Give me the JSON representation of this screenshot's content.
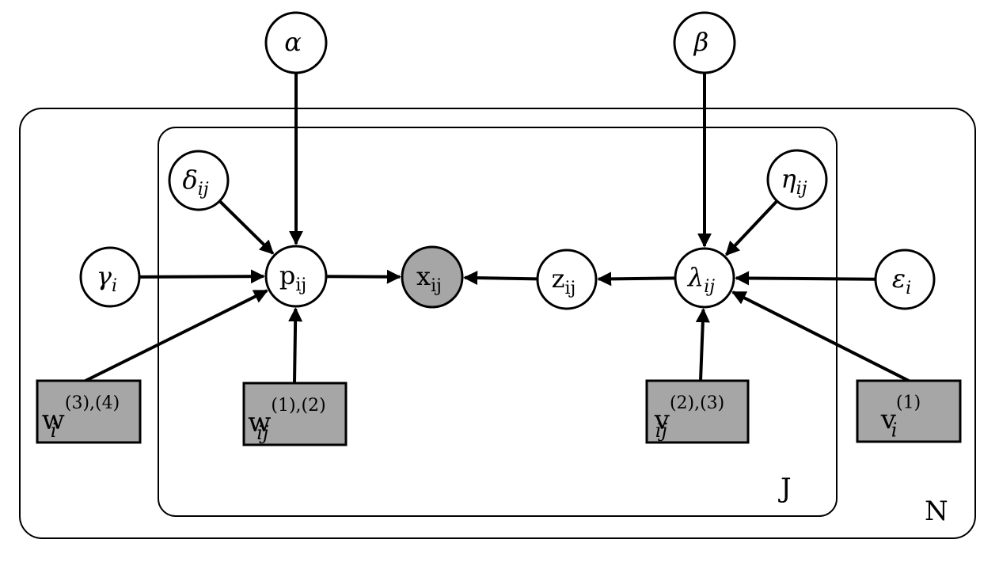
{
  "plates": {
    "outer_label": "N",
    "inner_label": "J"
  },
  "nodes": {
    "alpha": {
      "main": "α",
      "sub": "",
      "sup": "",
      "italic": true,
      "observed": false
    },
    "beta": {
      "main": "β",
      "sub": "",
      "sup": "",
      "italic": true,
      "observed": false
    },
    "delta": {
      "main": "δ",
      "sub": "ij",
      "sup": "",
      "italic": true,
      "observed": false
    },
    "eta": {
      "main": "η",
      "sub": "ij",
      "sup": "",
      "italic": true,
      "observed": false
    },
    "gamma": {
      "main": "γ",
      "sub": "i",
      "sup": "",
      "italic": true,
      "observed": false
    },
    "p": {
      "main": "p",
      "sub": "ij",
      "sup": "",
      "italic": false,
      "observed": false
    },
    "x": {
      "main": "x",
      "sub": "ij",
      "sup": "",
      "italic": false,
      "observed": true
    },
    "z": {
      "main": "z",
      "sub": "ij",
      "sup": "",
      "italic": false,
      "observed": false
    },
    "lambda": {
      "main": "λ",
      "sub": "ij",
      "sup": "",
      "italic": true,
      "observed": false
    },
    "epsilon": {
      "main": "ε",
      "sub": "i",
      "sup": "",
      "italic": true,
      "observed": false
    },
    "w34": {
      "main": "w",
      "sub": "i",
      "sup": "(3),(4)",
      "italic": false,
      "observed": true
    },
    "w12": {
      "main": "w",
      "sub": "ij",
      "sup": "(1),(2)",
      "italic": false,
      "observed": true
    },
    "v23": {
      "main": "v",
      "sub": "ij",
      "sup": "(2),(3)",
      "italic": false,
      "observed": true
    },
    "v1": {
      "main": "v",
      "sub": "i",
      "sup": "(1)",
      "italic": false,
      "observed": true
    }
  },
  "edges": [
    [
      "alpha",
      "p"
    ],
    [
      "delta",
      "p"
    ],
    [
      "gamma",
      "p"
    ],
    [
      "w34",
      "p"
    ],
    [
      "w12",
      "p"
    ],
    [
      "p",
      "x"
    ],
    [
      "z",
      "x"
    ],
    [
      "lambda",
      "z"
    ],
    [
      "beta",
      "lambda"
    ],
    [
      "eta",
      "lambda"
    ],
    [
      "epsilon",
      "lambda"
    ],
    [
      "v23",
      "lambda"
    ],
    [
      "v1",
      "lambda"
    ]
  ],
  "colors": {
    "observed_fill": "#a6a6a6",
    "latent_fill": "#ffffff",
    "stroke": "#000000"
  }
}
